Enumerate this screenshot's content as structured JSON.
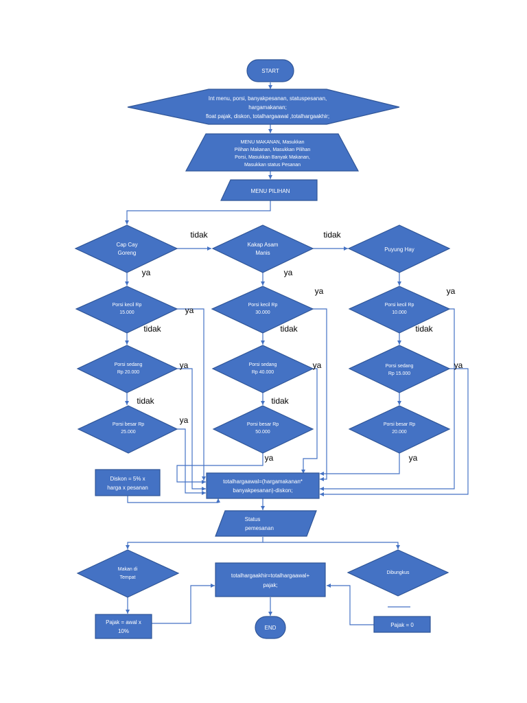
{
  "nodes": {
    "start": "START",
    "declare": [
      "Int menu, porsi, banyakpesanan, statuspesanan,",
      "hargamakanan;",
      "float pajak, diskon, totalhargaawal ,totalhargaakhir;"
    ],
    "input_menu": [
      "MENU MAKANAN, Masukkan",
      "Pilihan Makanan, Masukkan Pilihan",
      "Porsi, Masukkan Banyak Makanan,",
      "Masukkan status Pesanan"
    ],
    "menu_pilihan": "MENU PILIHAN",
    "menu1": [
      "Cap Cay",
      "Goreng"
    ],
    "menu2": [
      "Kakap Asam",
      "Manis"
    ],
    "menu3": [
      "Puyung Hay"
    ],
    "m1_kecil": [
      "Porsi kecil Rp",
      "15.000"
    ],
    "m1_sedang": [
      "Porsi sedang",
      "Rp 20.000"
    ],
    "m1_besar": [
      "Porsi besar Rp",
      "25.000"
    ],
    "m2_kecil": [
      "Porsi kecil Rp",
      "30.000"
    ],
    "m2_sedang": [
      "Porsi sedang",
      "Rp 40.000"
    ],
    "m2_besar": [
      "Porsi besar Rp",
      "50.000"
    ],
    "m3_kecil": [
      "Porsi kecil Rp",
      "10.000"
    ],
    "m3_sedang": [
      "Porsi sedang",
      "Rp 15.000"
    ],
    "m3_besar": [
      "Porsi besar Rp",
      "20.000"
    ],
    "diskon": [
      "Diskon = 5% x",
      "harga x pesanan"
    ],
    "total_awal": [
      "totalhargaawal=(hargamakanan*",
      "banyakpesanan)-diskon;"
    ],
    "status": [
      "Status",
      "pemesanan"
    ],
    "makan_tempat": [
      "Makan di",
      "Tempat"
    ],
    "dibungkus": [
      "Dibungkus"
    ],
    "total_akhir": [
      "totalhargaakhir=totalhargaawal+",
      "pajak;"
    ],
    "pajak_10": [
      "Pajak = awal x",
      "10%"
    ],
    "pajak_0": "Pajak = 0",
    "end": "END"
  },
  "labels": {
    "tidak": "tidak",
    "ya": "ya"
  },
  "colors": {
    "fill": "#4472c4",
    "stroke": "#2f5597",
    "edge": "#4472c4",
    "text": "#ffffff"
  }
}
